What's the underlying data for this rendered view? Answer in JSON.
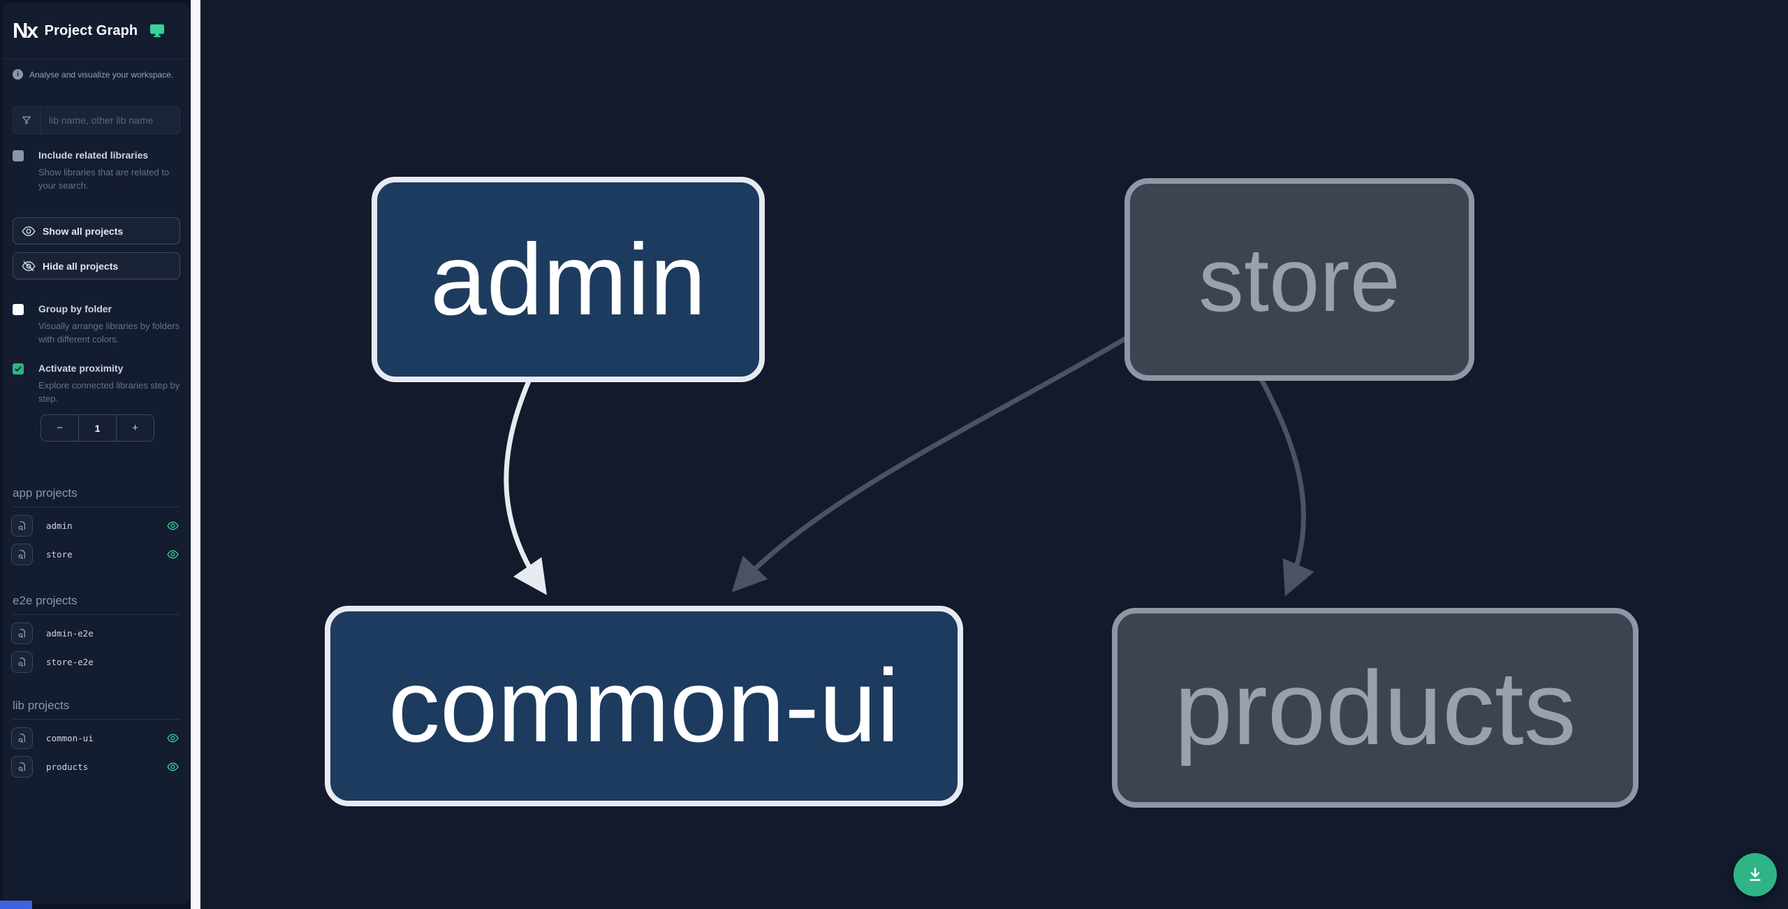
{
  "app": {
    "logo_text": "Nx",
    "title": "Project Graph",
    "tagline": "Analyse and visualize your workspace.",
    "accent_green": "#34d399",
    "checkbox_green": "#2eb486",
    "fab_green": "#2fb585",
    "node_focused_fill": "#1d3b5f",
    "node_focused_border": "#e7eaf0",
    "node_unfocused_fill": "#3c4351",
    "node_unfocused_border": "#8f97a4",
    "canvas_bg": "#121a2c",
    "scrollbar_blue": "#3c64e0"
  },
  "sidebar": {
    "search": {
      "placeholder": "lib name, other lib name"
    },
    "include_related": {
      "label": "Include related libraries",
      "description": "Show libraries that are related to your search.",
      "checked": false
    },
    "show_all_label": "Show all projects",
    "hide_all_label": "Hide all projects",
    "group_by_folder": {
      "label": "Group by folder",
      "description": "Visually arrange libraries by folders with different colors.",
      "checked": false
    },
    "activate_proximity": {
      "label": "Activate proximity",
      "description": "Explore connected libraries step by step.",
      "checked": true,
      "decrement_label": "−",
      "value": "1",
      "increment_label": "+"
    },
    "sections": [
      {
        "title": "app projects",
        "items": [
          {
            "name": "admin",
            "visible": true
          },
          {
            "name": "store",
            "visible": true
          }
        ]
      },
      {
        "title": "e2e projects",
        "items": [
          {
            "name": "admin-e2e",
            "visible": false
          },
          {
            "name": "store-e2e",
            "visible": false
          }
        ]
      },
      {
        "title": "lib projects",
        "items": [
          {
            "name": "common-ui",
            "visible": true
          },
          {
            "name": "products",
            "visible": true
          }
        ]
      }
    ]
  },
  "graph": {
    "nodes": [
      {
        "id": "admin",
        "label": "admin",
        "state": "focused"
      },
      {
        "id": "store",
        "label": "store",
        "state": "unfocused"
      },
      {
        "id": "common-ui",
        "label": "common-ui",
        "state": "focused"
      },
      {
        "id": "products",
        "label": "products",
        "state": "unfocused"
      }
    ],
    "edges": [
      {
        "source": "admin",
        "target": "common-ui",
        "state": "focused"
      },
      {
        "source": "store",
        "target": "common-ui",
        "state": "unfocused"
      },
      {
        "source": "store",
        "target": "products",
        "state": "unfocused"
      }
    ]
  }
}
